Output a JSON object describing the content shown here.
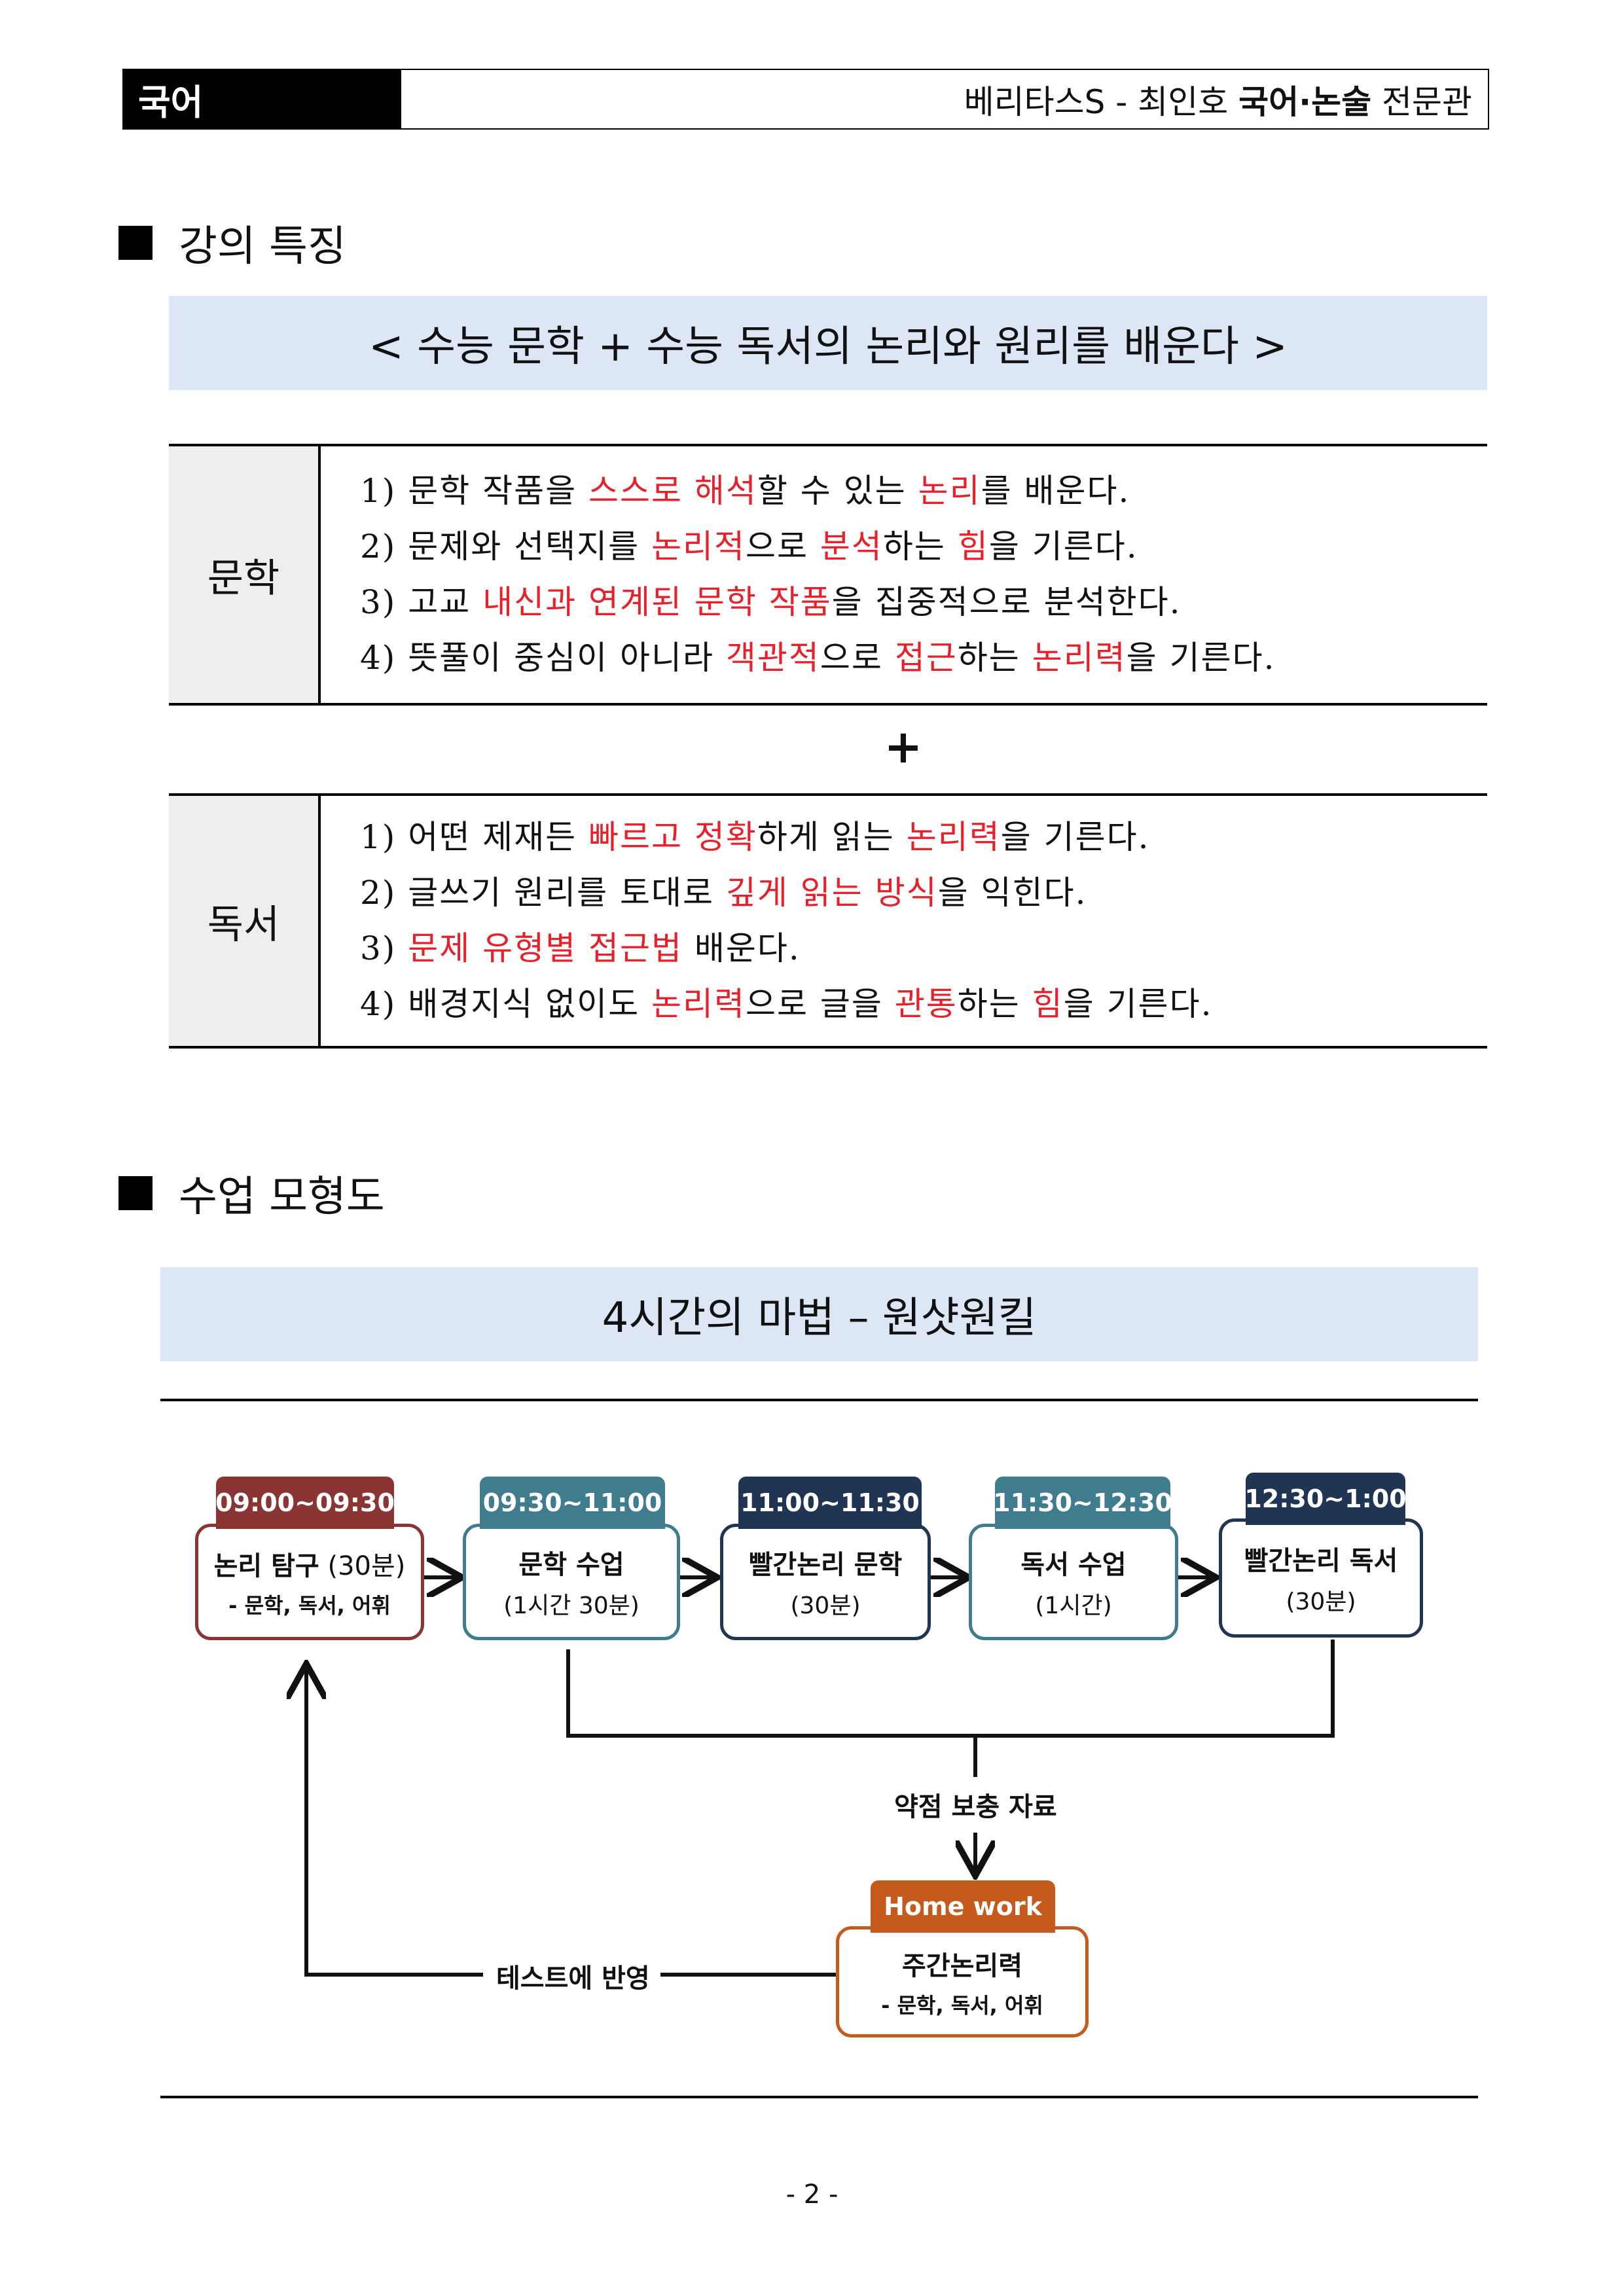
{
  "header": {
    "subject": "국어",
    "brand_prefix": "베리타스S - 최인호 ",
    "brand_bold": "국어·논술",
    "brand_suffix": " 전문관"
  },
  "section1": {
    "title": "강의 특징",
    "banner": "< 수능 문학 + 수능 독서의 논리와 원리를 배운다 >"
  },
  "literature": {
    "label": "문학",
    "lines": [
      [
        {
          "t": "1) 문학 작품을 "
        },
        {
          "t": "스스로 해석",
          "r": true
        },
        {
          "t": "할 수 있는 "
        },
        {
          "t": "논리",
          "r": true
        },
        {
          "t": "를 배운다."
        }
      ],
      [
        {
          "t": "2) 문제와 선택지를 "
        },
        {
          "t": "논리적",
          "r": true
        },
        {
          "t": "으로 "
        },
        {
          "t": "분석",
          "r": true
        },
        {
          "t": "하는 "
        },
        {
          "t": "힘",
          "r": true
        },
        {
          "t": "을 기른다."
        }
      ],
      [
        {
          "t": "3) 고교 "
        },
        {
          "t": "내신과 연계된 문학 작품",
          "r": true
        },
        {
          "t": "을 집중적으로 분석한다."
        }
      ],
      [
        {
          "t": "4) 뜻풀이 중심이 아니라 "
        },
        {
          "t": "객관적",
          "r": true
        },
        {
          "t": "으로 "
        },
        {
          "t": "접근",
          "r": true
        },
        {
          "t": "하는 "
        },
        {
          "t": "논리력",
          "r": true
        },
        {
          "t": "을 기른다."
        }
      ]
    ]
  },
  "plus": "+",
  "reading": {
    "label": "독서",
    "lines": [
      [
        {
          "t": "1) 어떤 제재든 "
        },
        {
          "t": "빠르고 정확",
          "r": true
        },
        {
          "t": "하게 읽는 "
        },
        {
          "t": "논리력",
          "r": true
        },
        {
          "t": "을 기른다."
        }
      ],
      [
        {
          "t": "2) 글쓰기 원리를 토대로 "
        },
        {
          "t": "깊게 읽는 방식",
          "r": true
        },
        {
          "t": "을 익힌다."
        }
      ],
      [
        {
          "t": "3) "
        },
        {
          "t": "문제 유형별 접근법",
          "r": true
        },
        {
          "t": " 배운다."
        }
      ],
      [
        {
          "t": "4) 배경지식 없이도 "
        },
        {
          "t": "논리력",
          "r": true
        },
        {
          "t": "으로 글을 "
        },
        {
          "t": "관통",
          "r": true
        },
        {
          "t": "하는 "
        },
        {
          "t": "힘",
          "r": true
        },
        {
          "t": "을 기른다."
        }
      ]
    ]
  },
  "section2": {
    "title": "수업 모형도",
    "banner": "4시간의 마법 – 원샷원킬"
  },
  "diagram": {
    "colors": {
      "maroon": "#8b3434",
      "teal": "#3e7c8e",
      "navy": "#1f3553",
      "orange": "#c45a1c"
    },
    "nodes": [
      {
        "time": "09:00~09:30",
        "title_bold": "논리 탐구",
        "title_normal": " (30분)",
        "sub": "- 문학, 독서, 어휘"
      },
      {
        "time": "09:30~11:00",
        "title_bold": "문학 수업",
        "title_normal": "",
        "sub": "(1시간 30분)"
      },
      {
        "time": "11:00~11:30",
        "title_bold": "빨간논리 문학",
        "title_normal": "",
        "sub": "(30분)"
      },
      {
        "time": "11:30~12:30",
        "title_bold": "독서 수업",
        "title_normal": "",
        "sub": "(1시간)"
      },
      {
        "time": "12:30~1:00",
        "title_bold": "빨간논리 독서",
        "title_normal": "",
        "sub": "(30분)"
      }
    ],
    "supplement": "약점 보충 자료",
    "homework": {
      "tag": "Home work",
      "title": "주간논리력",
      "sub": "- 문학, 독서, 어휘"
    },
    "feedback": "테스트에 반영"
  },
  "page_number": "- 2 -"
}
